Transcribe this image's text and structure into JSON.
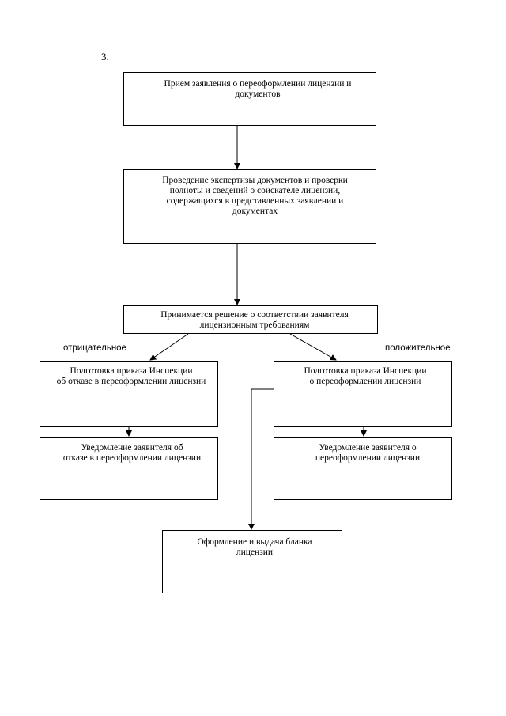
{
  "figure_number": "3.",
  "boxes": {
    "receive_application": "Прием заявления о переоформлении лицензии и\nдокументов",
    "examination": "Проведение экспертизы документов и проверки\nполноты и сведений о соискателе лицензии,\nсодержащихся в представленных заявлении и\nдокументах",
    "decision": "Принимается решение о соответствии заявителя\nлицензионным требованиям",
    "refusal_order": "Подготовка приказа Инспекции\nоб отказе в переоформлении лицензии",
    "reissue_order": "Подготовка приказа Инспекции\nо переоформлении лицензии",
    "refusal_notice": "Уведомление заявителя об\nотказе в переоформлении лицензии",
    "reissue_notice": "Уведомление заявителя о\nпереоформлении лицензии",
    "issue_form": "Оформление и выдача бланка\nлицензии"
  },
  "branches": {
    "negative": "отрицательное",
    "positive": "положительное"
  }
}
